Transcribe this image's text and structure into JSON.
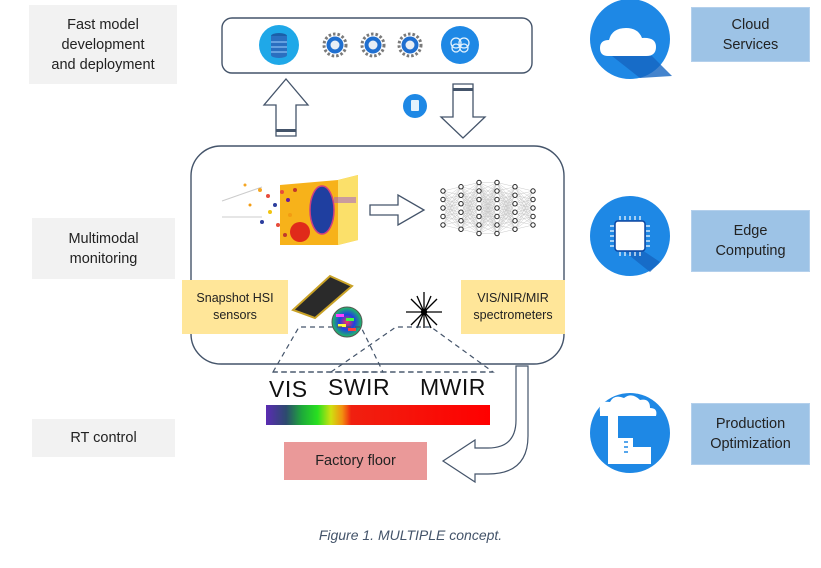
{
  "left_labels": {
    "fast_model": "Fast model\ndevelopment\nand deployment",
    "multimodal": "Multimodal\nmonitoring",
    "rt_control": "RT control"
  },
  "right_labels": {
    "cloud": "Cloud\nServices",
    "edge": "Edge\nComputing",
    "production": "Production\nOptimization"
  },
  "sensors": {
    "snapshot_hsi": "Snapshot HSI\nsensors",
    "spectrometers": "VIS/NIR/MIR\nspectrometers"
  },
  "spectrum": {
    "bands": [
      "VIS",
      "SWIR",
      "MWIR"
    ]
  },
  "factory": {
    "label": "Factory floor"
  },
  "top_pipeline": {
    "icons": [
      "database-icon",
      "gear-icon",
      "gear-icon",
      "gear-icon",
      "brain-icon"
    ]
  },
  "colors": {
    "box_stroke": "#44546a",
    "grey_label": "#f2f2f2",
    "blue_label": "#9dc3e6",
    "yellow_label": "#ffe699",
    "pink_label": "#ea9999",
    "icon_blue": "#1e88e5"
  },
  "caption": "Figure 1. MULTIPLE concept."
}
